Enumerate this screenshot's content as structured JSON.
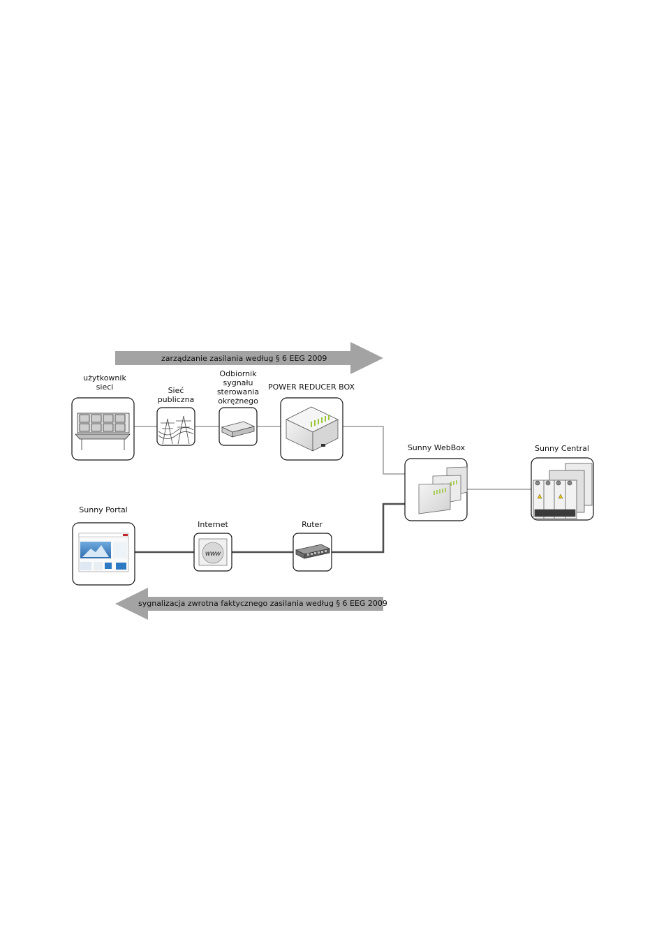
{
  "top_arrow": {
    "text": "zarządzanie zasilania według § 6 EEG 2009"
  },
  "bottom_arrow": {
    "text": "sygnalizacja zwrotna faktycznego zasilania według § 6 EEG 2009"
  },
  "nodes": {
    "grid_user": {
      "label_line1": "użytkownik",
      "label_line2": "sieci"
    },
    "public_grid": {
      "label_line1": "Sieć",
      "label_line2": "publiczna"
    },
    "ripple_receiver": {
      "label_line1": "Odbiornik",
      "label_line2": "sygnału",
      "label_line3": "sterowania",
      "label_line4": "okrężnego"
    },
    "power_reducer_box": {
      "label": "POWER REDUCER BOX"
    },
    "sunny_webbox": {
      "label": "Sunny WebBox"
    },
    "sunny_central": {
      "label": "Sunny Central"
    },
    "sunny_portal": {
      "label": "Sunny Portal"
    },
    "internet": {
      "label": "Internet",
      "icon_text": "www"
    },
    "router": {
      "label": "Ruter"
    }
  },
  "colors": {
    "arrow": "#a3a3a3",
    "light_line": "#b3b3b3",
    "dark_line": "#4d4d4d",
    "box_border": "#111111",
    "led_green": "#9bc73a",
    "portal_blue": "#3a7ec2"
  }
}
